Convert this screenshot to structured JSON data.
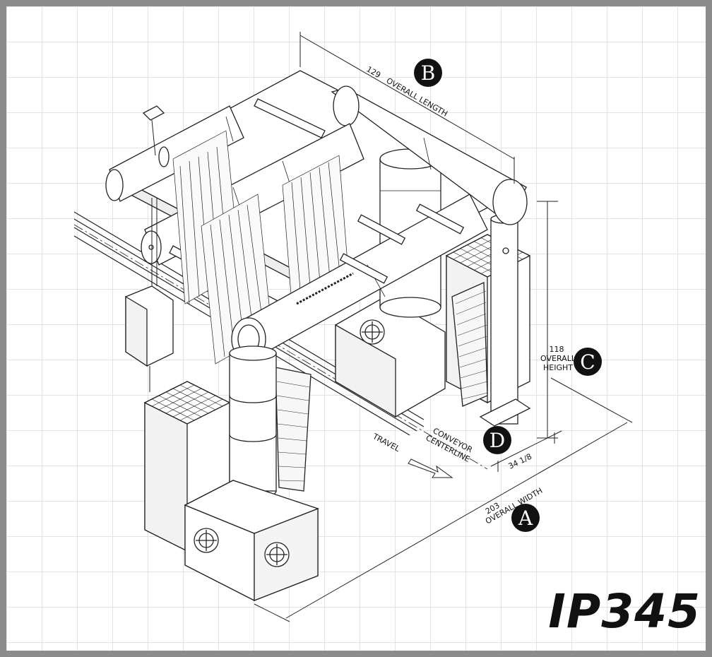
{
  "model": "IP345",
  "markers": {
    "a": "A",
    "b": "B",
    "c": "C",
    "d": "D"
  },
  "dimensions": {
    "length_value": "129",
    "length_label": "OVERALL LENGTH",
    "height_value": "118",
    "height_label_1": "OVERALL",
    "height_label_2": "HEIGHT",
    "width_value": "203",
    "width_label": "OVERALL WIDTH",
    "offset_value": "34 1/8"
  },
  "labels": {
    "conveyor_1": "CONVEYOR",
    "conveyor_2": "CENTERLINE",
    "travel": "TRAVEL"
  },
  "colors": {
    "frame": "#8c8c8c",
    "grid": "#e3e3e3",
    "ink": "#111111"
  }
}
